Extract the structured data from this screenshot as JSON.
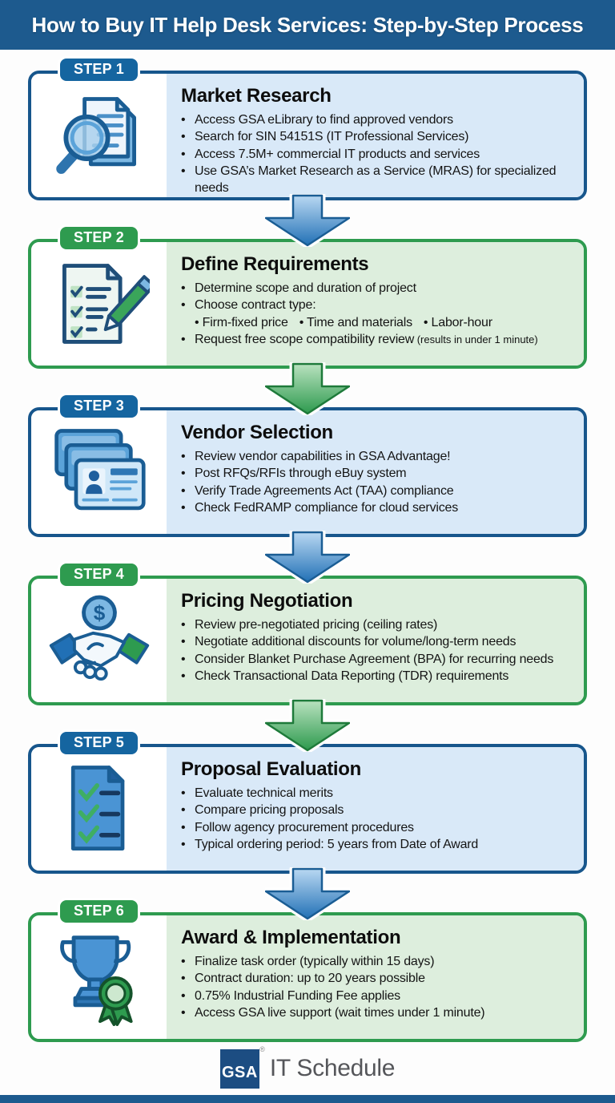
{
  "header": {
    "title": "How to Buy IT Help Desk Services: Step-by-Step Process"
  },
  "colors": {
    "header_bg": "#1d5a8e",
    "blue_badge": "#1565a0",
    "blue_border": "#17568c",
    "blue_bg": "#d9e9f8",
    "green_badge": "#2e9b4f",
    "green_border": "#2e9b4f",
    "green_bg": "#ddeedd",
    "arrow_blue_light": "#b9d8f2",
    "arrow_blue_dark": "#2271b6",
    "arrow_green_light": "#b9e2bf",
    "arrow_green_dark": "#2d9a4e",
    "gsa_logo_bg": "#1c4d82"
  },
  "steps": [
    {
      "badge": "STEP 1",
      "title": "Market Research",
      "theme": "blue",
      "icon": "magnifier-document-icon",
      "bullets": [
        {
          "text": "Access GSA eLibrary to find approved vendors"
        },
        {
          "text": "Search for SIN 54151S (IT Professional Services)"
        },
        {
          "text": "Access 7.5M+ commercial IT products and services"
        },
        {
          "text": "Use GSA’s Market Research as a Service (MRAS) for specialized needs"
        }
      ]
    },
    {
      "badge": "STEP 2",
      "title": "Define Requirements",
      "theme": "green",
      "icon": "checklist-pencil-icon",
      "bullets": [
        {
          "text": "Determine scope and duration of project"
        },
        {
          "text": "Choose contract type:"
        },
        {
          "options": [
            "Firm-fixed price",
            "Time and materials",
            "Labor-hour"
          ]
        },
        {
          "text": "Request free scope compatibility review",
          "note": "(results in under 1 minute)"
        }
      ]
    },
    {
      "badge": "STEP 3",
      "title": "Vendor Selection",
      "theme": "blue",
      "icon": "id-cards-icon",
      "bullets": [
        {
          "text": "Review vendor capabilities in GSA Advantage!"
        },
        {
          "text": "Post RFQs/RFIs through eBuy system"
        },
        {
          "text": "Verify Trade Agreements Act (TAA) compliance"
        },
        {
          "text": "Check FedRAMP compliance for cloud services"
        }
      ]
    },
    {
      "badge": "STEP 4",
      "title": "Pricing Negotiation",
      "theme": "green",
      "icon": "handshake-dollar-icon",
      "bullets": [
        {
          "text": "Review pre-negotiated pricing (ceiling rates)"
        },
        {
          "text": "Negotiate additional discounts for volume/long-term needs"
        },
        {
          "text": "Consider Blanket Purchase Agreement (BPA) for recurring needs"
        },
        {
          "text": "Check Transactional Data Reporting (TDR) requirements"
        }
      ]
    },
    {
      "badge": "STEP 5",
      "title": "Proposal Evaluation",
      "theme": "blue",
      "icon": "document-checklist-icon",
      "bullets": [
        {
          "text": "Evaluate technical merits"
        },
        {
          "text": "Compare pricing proposals"
        },
        {
          "text": "Follow agency procurement procedures"
        },
        {
          "text": "Typical ordering period: 5 years from Date of Award"
        }
      ]
    },
    {
      "badge": "STEP 6",
      "title": "Award & Implementation",
      "theme": "green",
      "icon": "trophy-ribbon-icon",
      "bullets": [
        {
          "text": "Finalize task order (typically within 15 days)"
        },
        {
          "text": "Contract duration: up to 20 years possible"
        },
        {
          "text": "0.75% Industrial Funding Fee applies"
        },
        {
          "text": "Access GSA live support (wait times under 1 minute)"
        }
      ]
    }
  ],
  "footer": {
    "logo_text": "GSA",
    "registered_mark": "®",
    "product_label": "IT Schedule"
  }
}
